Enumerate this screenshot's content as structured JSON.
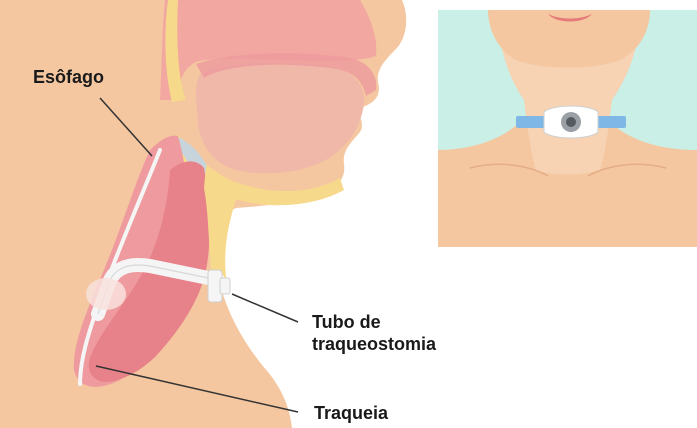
{
  "labels": {
    "esofago": "Esôfago",
    "tubo_line1": "Tubo de",
    "tubo_line2": "traqueostomia",
    "traqueia": "Traqueia"
  },
  "colors": {
    "skin": "#f4c7a0",
    "skin_light": "#f7d3b3",
    "tissue_pink": "#f2a7a0",
    "airway_red": "#e8828a",
    "esophagus_pink": "#ee9a9e",
    "cartilage_yellow": "#f6d98a",
    "tongue_pink": "#f0b8a8",
    "tube_white": "#f5f5f5",
    "panel_bg": "#c9efe6",
    "strap_blue": "#7fb8e6",
    "leader_line": "#333333",
    "text": "#1a1a1a"
  }
}
